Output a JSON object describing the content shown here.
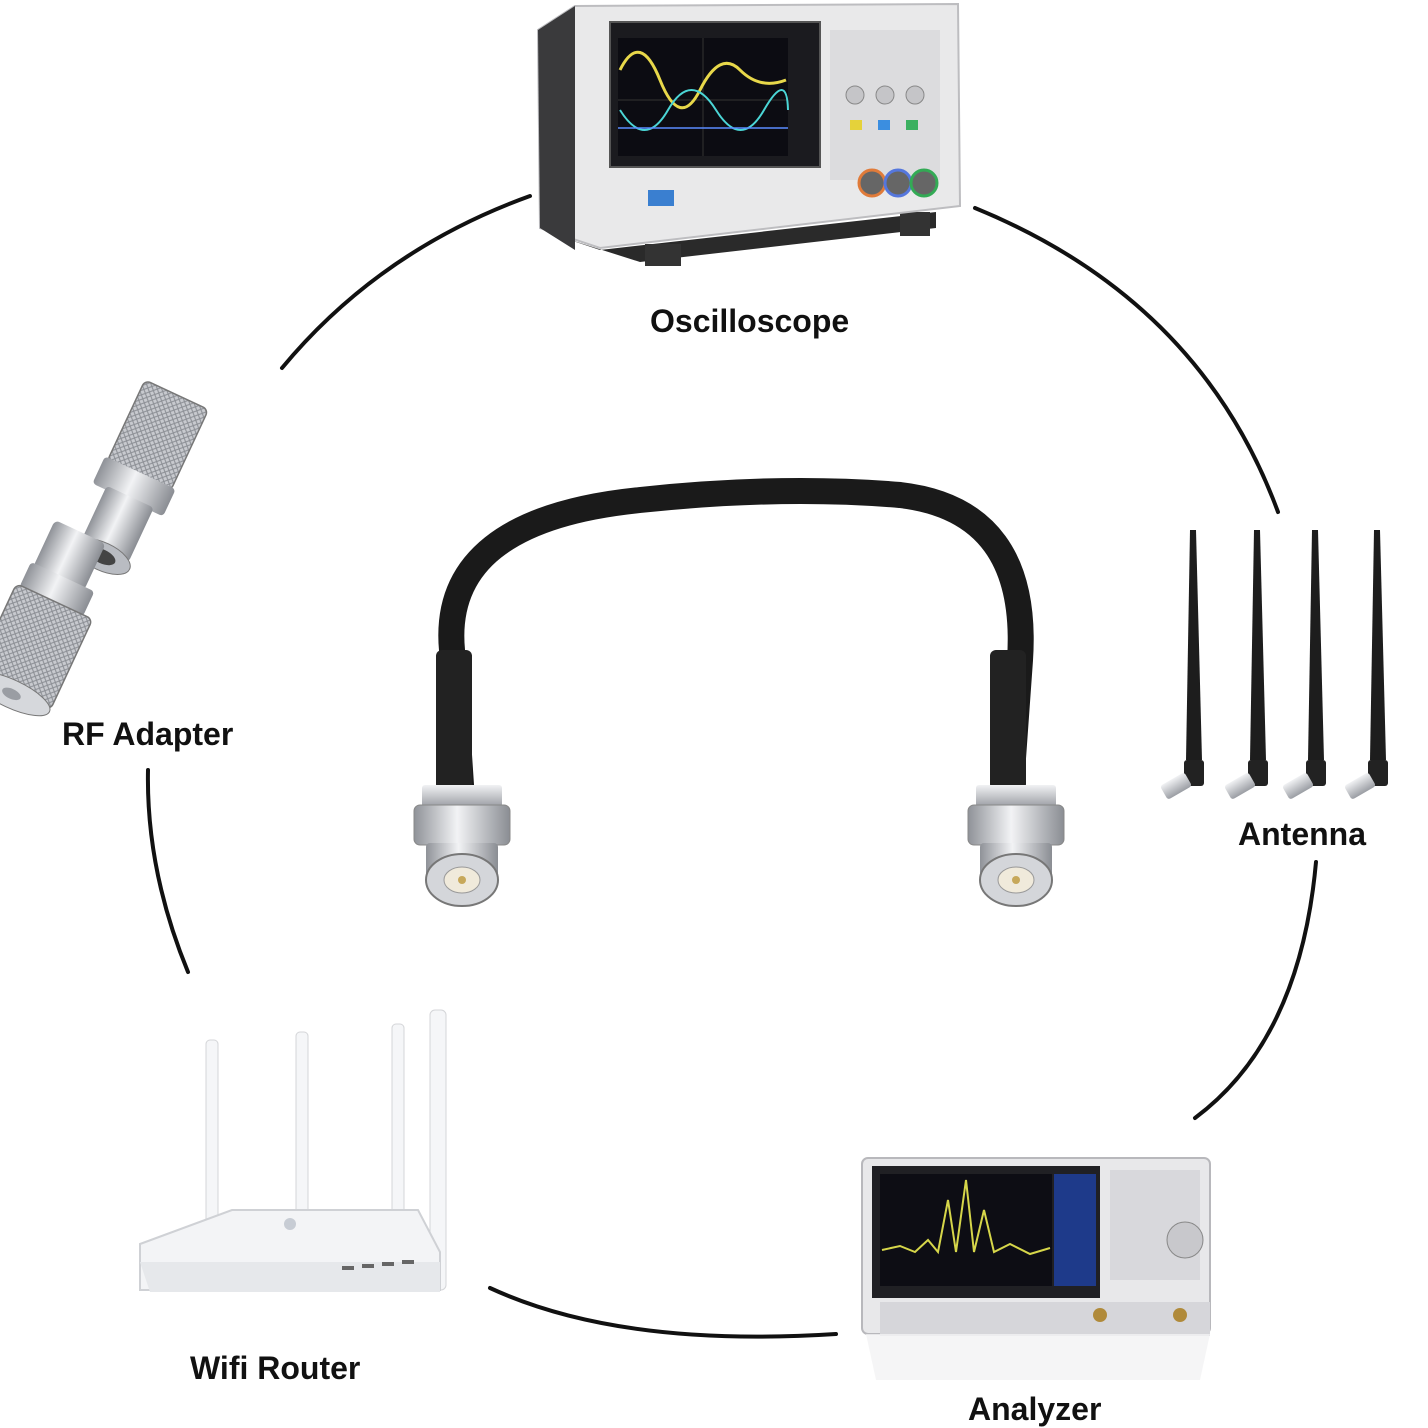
{
  "labels": {
    "oscilloscope": "Oscilloscope",
    "rf_adapter": "RF Adapter",
    "antenna": "Antenna",
    "analyzer": "Analyzer",
    "wifi_router": "Wifi Router"
  },
  "colors": {
    "arc": "#111111",
    "cable": "#1a1a1a",
    "metal": "#c9cbd0",
    "router_body": "#f3f4f6",
    "instrument_body": "#e8e8ea"
  }
}
